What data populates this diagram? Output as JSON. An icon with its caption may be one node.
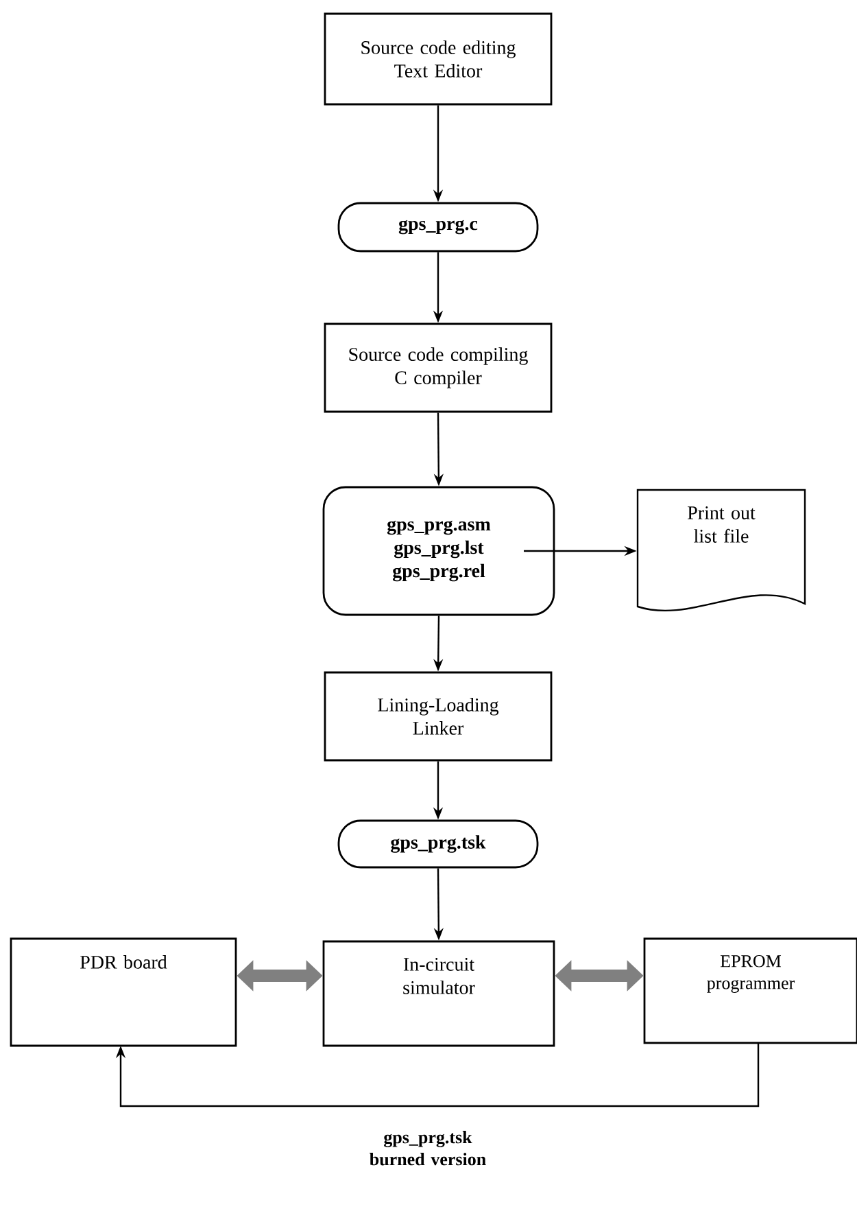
{
  "diagram": {
    "nodes": [
      {
        "text": [
          "Source code editing",
          "Text Editor"
        ]
      },
      {
        "text": [
          "gps_prg.c"
        ]
      },
      {
        "text": [
          "Source code compiling",
          "C compiler"
        ]
      },
      {
        "text": [
          "gps_prg.asm",
          "gps_prg.lst",
          "gps_prg.rel"
        ]
      },
      {
        "text": [
          "Print out list file"
        ]
      },
      {
        "text": [
          "Lining-Loading",
          "Linker"
        ]
      },
      {
        "text": [
          "gps_prg.tsk"
        ]
      },
      {
        "text": [
          "PDR  board"
        ]
      },
      {
        "text": [
          "In-circuit simulator"
        ]
      },
      {
        "text": [
          "EPROM programmer"
        ]
      }
    ],
    "edges": [
      {
        "from": 0,
        "to": 1,
        "arrow": "to"
      },
      {
        "from": 1,
        "to": 2,
        "arrow": "to"
      },
      {
        "from": 2,
        "to": 3,
        "arrow": "to"
      },
      {
        "from": 3,
        "to": 4,
        "arrow": "to"
      },
      {
        "from": 3,
        "to": 5,
        "arrow": "to"
      },
      {
        "from": 5,
        "to": 6,
        "arrow": "to"
      },
      {
        "from": 6,
        "to": 8,
        "arrow": "to"
      },
      {
        "from": 7,
        "to": 8,
        "arrow": "both",
        "style": "thick",
        "color": "#808080"
      },
      {
        "from": 8,
        "to": 9,
        "arrow": "both",
        "style": "thick",
        "color": "#808080"
      },
      {
        "from": 9,
        "to": 7,
        "arrow": "to",
        "label": "gps_prg.tsk burned version"
      }
    ]
  }
}
